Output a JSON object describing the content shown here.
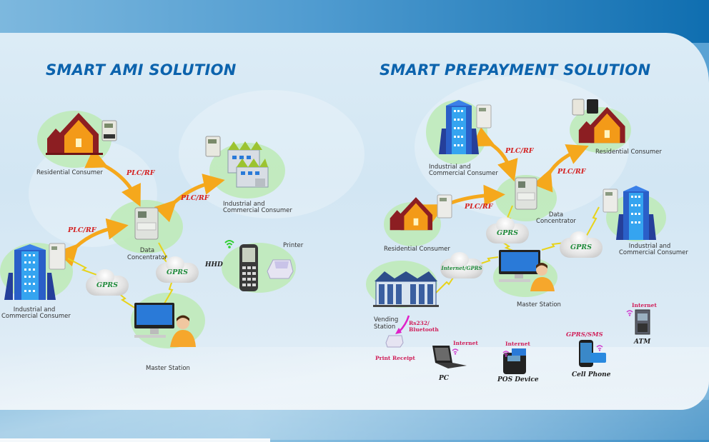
{
  "ami": {
    "title": "SMART AMI SOLUTION",
    "nodes": {
      "residential": "Residential  Consumer",
      "industrial_right_l1": "Industrial and",
      "industrial_right_l2": "Commercial Consumer",
      "concentrator_l1": "Data",
      "concentrator_l2": "Concentrator",
      "industrial_left_l1": "Industrial and",
      "industrial_left_l2": "Commercial Consumer",
      "master": "Master Station",
      "hhd": "HHD",
      "printer": "Printer"
    },
    "links": {
      "plc_top": "PLC/RF",
      "plc_right": "PLC/RF",
      "plc_left": "PLC/RF",
      "gprs_left": "GPRS",
      "gprs_right": "GPRS"
    }
  },
  "prepayment": {
    "title": "SMART PREPAYMENT SOLUTION",
    "nodes": {
      "industrial_top_l1": "Industrial and",
      "industrial_top_l2": "Commercial Consumer",
      "residential_top": "Residential  Consumer",
      "residential_left": "Residential  Consumer",
      "concentrator_l1": "Data",
      "concentrator_l2": "Concentrator",
      "industrial_right_l1": "Industrial and",
      "industrial_right_l2": "Commercial Consumer",
      "master": "Master Station",
      "vending_l1": "Vending",
      "vending_l2": "Station"
    },
    "links": {
      "plc_top": "PLC/RF",
      "plc_right": "PLC/RF",
      "plc_left": "PLC/RF",
      "gprs_left": "GPRS",
      "gprs_right": "GPRS",
      "internet_gprs": "Internet/GPRS",
      "rs232_l1": "Rs232/",
      "rs232_l2": "Bluetooth"
    },
    "channels": {
      "pc": "Internet",
      "pos": "Internet",
      "cell": "GPRS/SMS",
      "atm": "Internet"
    },
    "devices": {
      "receipt": "Print Receipt",
      "pc": "PC",
      "pos": "POS Device",
      "cell": "Cell Phone",
      "atm": "ATM"
    }
  },
  "colors": {
    "title": "#0c63ad",
    "plc": "#d42020",
    "gprs": "#1e8a3a",
    "channel": "#d0205a",
    "blob": "#bfeab9",
    "arrow": "#f5a81c",
    "bolt": "#f2e21a"
  }
}
